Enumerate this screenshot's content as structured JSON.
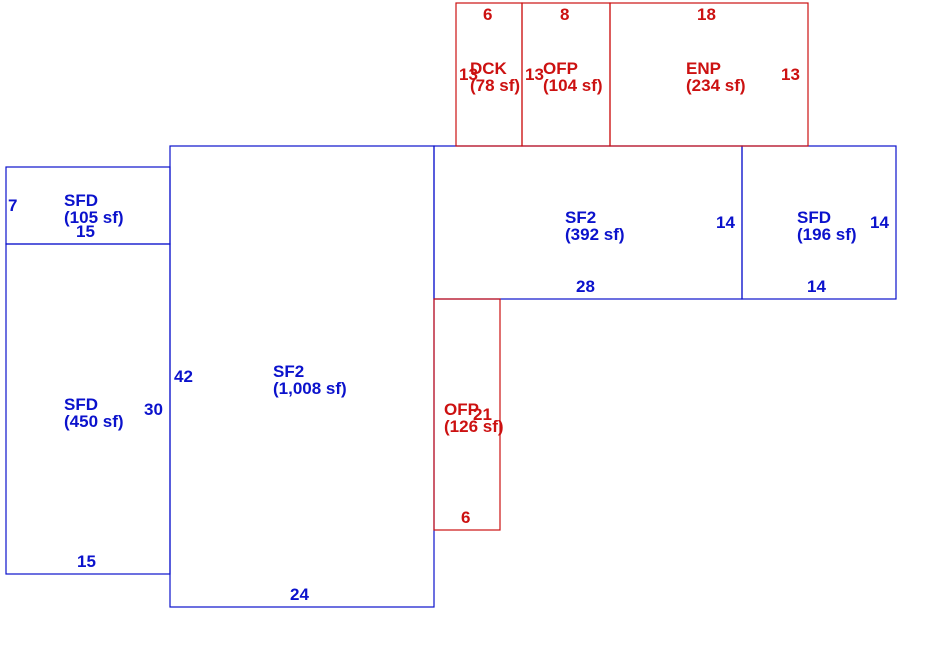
{
  "colors": {
    "living_area": "#0b12cc",
    "exterior": "#cc1111",
    "background": "#ffffff"
  },
  "areas": {
    "sfd_top_left": {
      "code": "SFD",
      "area": "(105 sf)",
      "dims": [
        "7",
        "15"
      ]
    },
    "sfd_left": {
      "code": "SFD",
      "area": "(450 sf)",
      "dims": [
        "30",
        "15"
      ]
    },
    "sf2_main": {
      "code": "SF2",
      "area": "(1,008 sf)",
      "dims": [
        "42",
        "24"
      ]
    },
    "sf2_mid": {
      "code": "SF2",
      "area": "(392 sf)",
      "dims": [
        "14",
        "28"
      ]
    },
    "sfd_right": {
      "code": "SFD",
      "area": "(196 sf)",
      "dims": [
        "14",
        "14"
      ]
    },
    "dck": {
      "code": "DCK",
      "area": "(78 sf)",
      "dims": [
        "6",
        "13"
      ]
    },
    "ofp_top": {
      "code": "OFP",
      "area": "(104 sf)",
      "dims": [
        "8",
        "13"
      ]
    },
    "enp": {
      "code": "ENP",
      "area": "(234 sf)",
      "dims": [
        "18",
        "13"
      ]
    },
    "ofp_low": {
      "code": "OFP",
      "area": "(126 sf)",
      "dims": [
        "21",
        "6"
      ]
    }
  }
}
